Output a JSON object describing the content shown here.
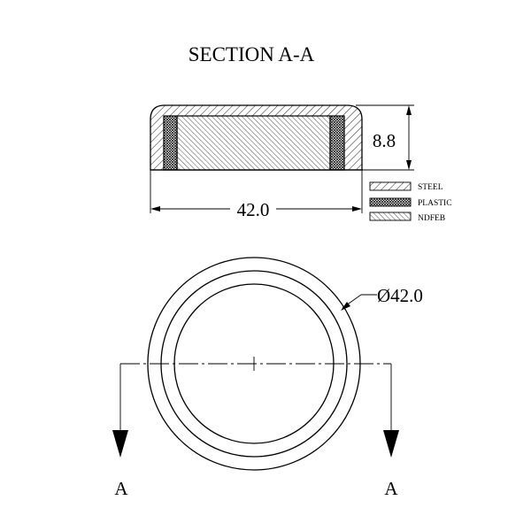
{
  "title": "SECTION A-A",
  "dimensions": {
    "height": "8.8",
    "width": "42.0",
    "diameter": "Ø42.0"
  },
  "legend": [
    {
      "label": "STEEL",
      "pattern": "steel"
    },
    {
      "label": "PLASTIC",
      "pattern": "plastic"
    },
    {
      "label": "NDFEB",
      "pattern": "ndfeb"
    }
  ],
  "section_markers": {
    "left": "A",
    "right": "A"
  },
  "colors": {
    "line": "#000000",
    "background": "#ffffff"
  }
}
